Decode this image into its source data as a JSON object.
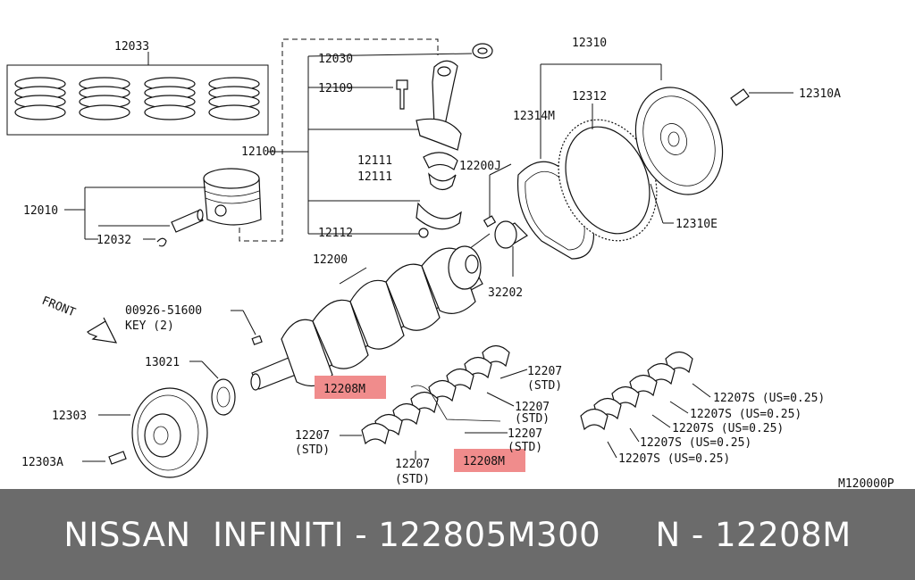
{
  "diagram": {
    "labels": {
      "pistonRingSet": "12033",
      "bushing": "12030",
      "rodBolt": "12109",
      "conRodAssy": "12100",
      "rodBearing1": "12111",
      "rodBearing2": "12111",
      "rodNut": "12112",
      "piston": "12010",
      "pistonPin": "12032",
      "crankshaft": "12200",
      "pilotBushing": "12200J",
      "pilotConverter": "32202",
      "flywheel": "12310",
      "ringGear": "12312",
      "plate": "12314M",
      "flywheelBolt": "12310A",
      "dowel": "12310E",
      "keyPart": "00926-51600",
      "keyQty": "KEY (2)",
      "front": "FRONT",
      "frontSeal": "13021",
      "pulley": "12303",
      "pulleyBolt": "12303A",
      "thrustBearingTop": "12208M",
      "thrustBearingBottom": "12208M",
      "mainBearing1": "12207",
      "mainBearing1Std": "(STD)",
      "mainBearing2": "12207",
      "mainBearing2Std": "(STD)",
      "mainBearing3": "12207",
      "mainBearing3Std": "(STD)",
      "mainBearing4": "12207",
      "mainBearing4Std": "(STD)",
      "mainBearing5": "12207",
      "mainBearing5Std": "(STD)",
      "usBearing1": "12207S (US=0.25)",
      "usBearing2": "12207S (US=0.25)",
      "usBearing3": "12207S (US=0.25)",
      "usBearing4": "12207S (US=0.25)",
      "usBearing5": "12207S (US=0.25)",
      "figureCode": "M120000P"
    }
  },
  "footer": {
    "text": "NISSAN  INFINITI - 122805M300     N - 12208M"
  },
  "colors": {
    "highlight": "#f08c8c",
    "footerBackground": "#6b6b6b"
  }
}
